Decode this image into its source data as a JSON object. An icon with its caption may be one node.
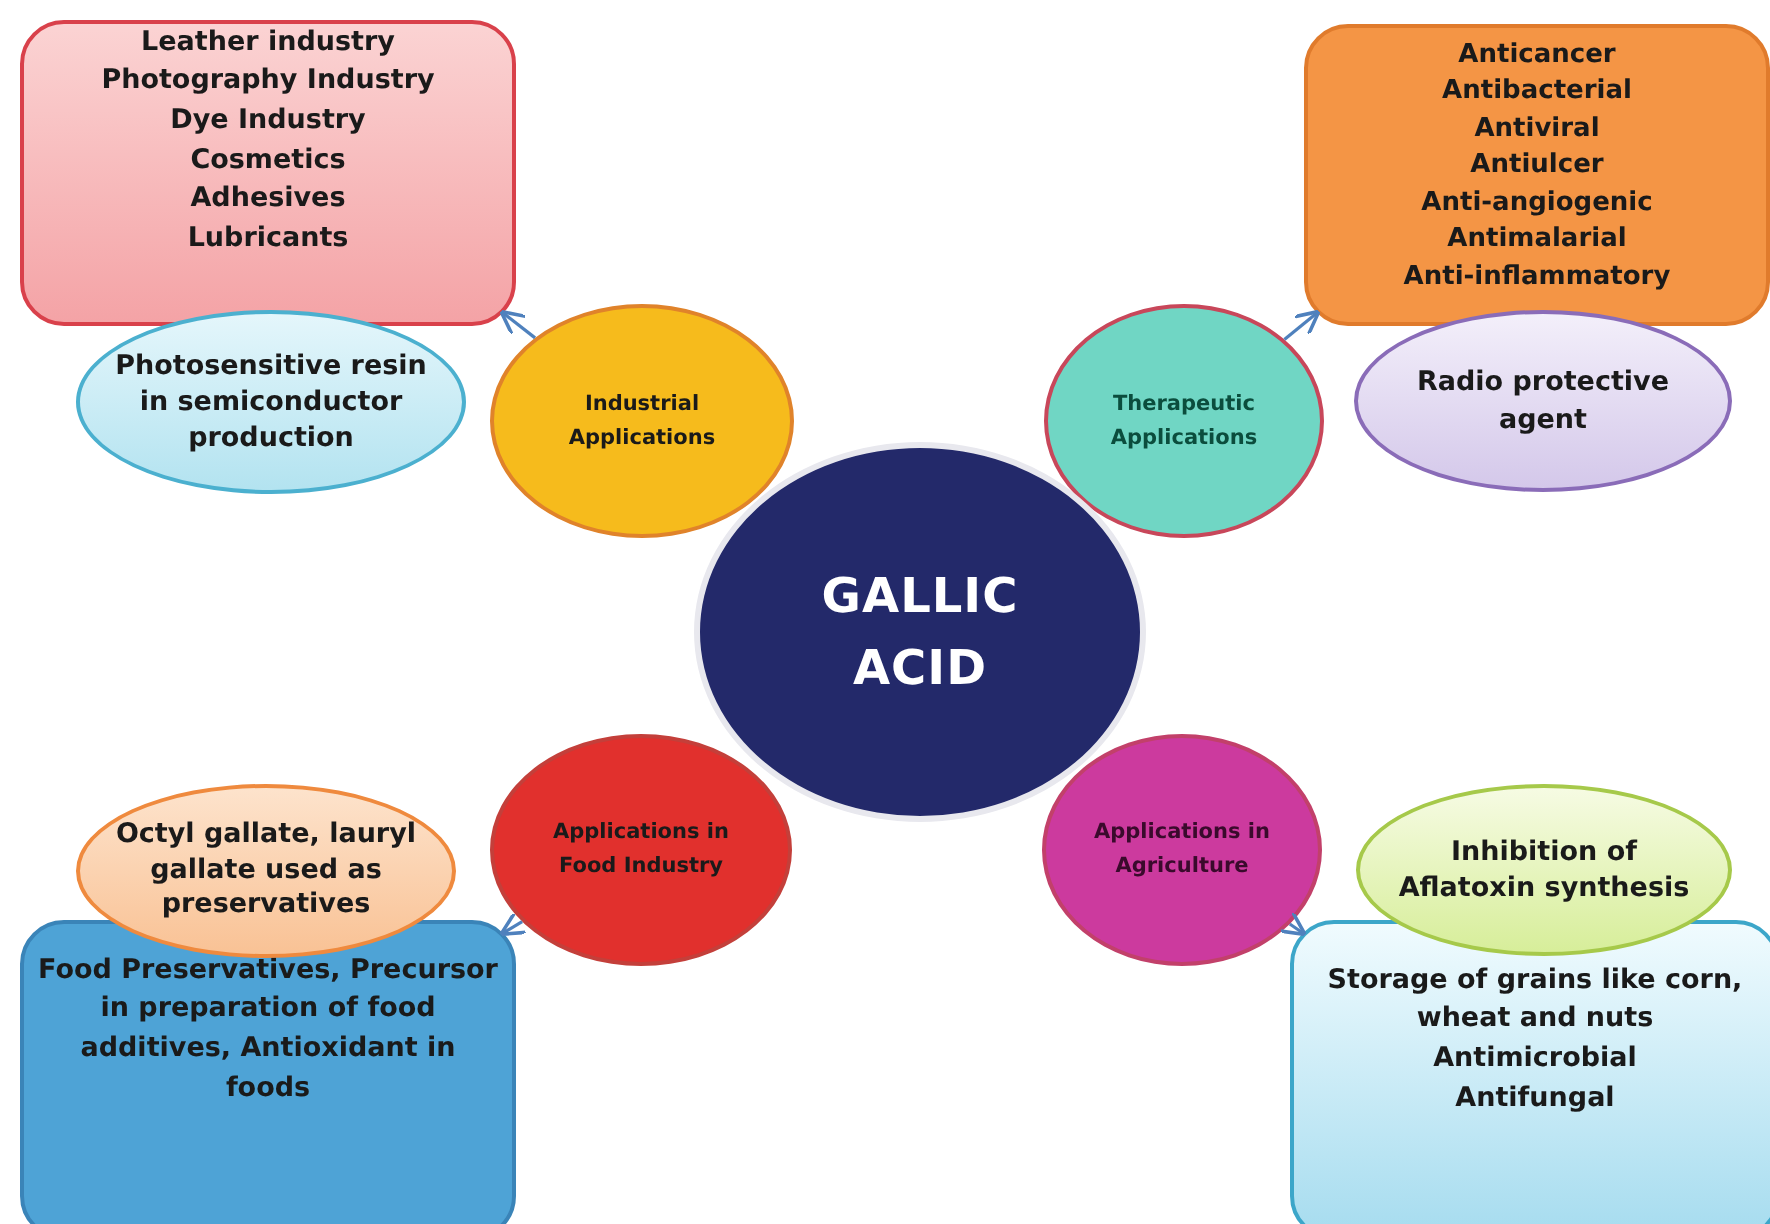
{
  "diagram": {
    "nodes": [
      {
        "text": [
          "Leather industry",
          "Photography Industry",
          "Dye Industry",
          "Cosmetics",
          "Adhesives",
          "Lubricants"
        ]
      },
      {
        "text": [
          "Photosensitive resin in semiconductor production"
        ]
      },
      {
        "text": [
          "Industrial Applications"
        ]
      },
      {
        "text": [
          "Anticancer",
          "Antibacterial",
          "Antiviral",
          "Antiulcer",
          "Anti-angiogenic",
          "Antimalarial",
          "Anti-inflammatory"
        ]
      },
      {
        "text": [
          "Radio protective agent"
        ]
      },
      {
        "text": [
          "Therapeutic Applications"
        ]
      },
      {
        "text": [
          "GALLIC ACID"
        ]
      },
      {
        "text": [
          "Octyl gallate, lauryl gallate used as preservatives"
        ]
      },
      {
        "text": [
          "Applications in Food Industry"
        ]
      },
      {
        "text": [
          "Applications in Agriculture"
        ]
      },
      {
        "text": [
          "Inhibition of Aflatoxin synthesis"
        ]
      },
      {
        "text": [
          "Food Preservatives, Precursor in preparation of food additives, Antioxidant in foods"
        ]
      },
      {
        "text": [
          "Storage of grains like corn, wheat and nuts",
          "Antimicrobial",
          "Antifungal"
        ]
      }
    ],
    "edges": [
      {
        "from": 2,
        "to": 0,
        "arrow": "to"
      },
      {
        "from": 5,
        "to": 3,
        "arrow": "to"
      },
      {
        "from": 8,
        "to": 11,
        "arrow": "to"
      },
      {
        "from": 9,
        "to": 12,
        "arrow": "to"
      }
    ]
  }
}
